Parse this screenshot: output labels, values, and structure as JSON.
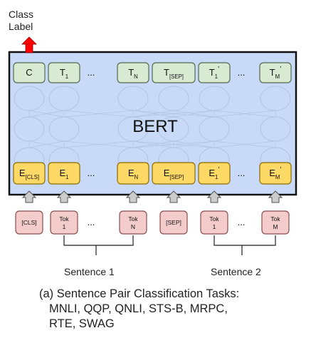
{
  "class_label": "Class\nLabel",
  "bert_label": "BERT",
  "outputs": [
    {
      "main": "C",
      "sub": "",
      "prime": ""
    },
    {
      "main": "T",
      "sub": "1",
      "prime": ""
    },
    {
      "ellipsis": "..."
    },
    {
      "main": "T",
      "sub": "N",
      "prime": ""
    },
    {
      "main": "T",
      "sub": "[SEP]",
      "prime": ""
    },
    {
      "main": "T",
      "sub": "1",
      "prime": "’"
    },
    {
      "ellipsis": "..."
    },
    {
      "main": "T",
      "sub": "M",
      "prime": "’"
    }
  ],
  "embeddings": [
    {
      "main": "E",
      "sub": "[CLS]",
      "prime": ""
    },
    {
      "main": "E",
      "sub": "1",
      "prime": ""
    },
    {
      "ellipsis": "..."
    },
    {
      "main": "E",
      "sub": "N",
      "prime": ""
    },
    {
      "main": "E",
      "sub": "[SEP]",
      "prime": ""
    },
    {
      "main": "E",
      "sub": "1",
      "prime": "’"
    },
    {
      "ellipsis": "..."
    },
    {
      "main": "E",
      "sub": "M",
      "prime": "’"
    }
  ],
  "tokens": [
    {
      "line1": "[CLS]",
      "line2": ""
    },
    {
      "line1": "Tok",
      "line2": "1"
    },
    {
      "ellipsis": "..."
    },
    {
      "line1": "Tok",
      "line2": "N"
    },
    {
      "line1": "[SEP]",
      "line2": ""
    },
    {
      "line1": "Tok",
      "line2": "1"
    },
    {
      "ellipsis": "..."
    },
    {
      "line1": "Tok",
      "line2": "M"
    }
  ],
  "sentences": [
    "Sentence 1",
    "Sentence 2"
  ],
  "caption": [
    "(a) Sentence Pair Classification Tasks:",
    "MNLI, QQP, QNLI, STS-B, MRPC,",
    "RTE, SWAG"
  ],
  "colors": {
    "bert_fill": "#c9daf8",
    "output_fill": "#d9ead3",
    "embedding_fill": "#ffd966",
    "token_fill": "#f4cccc",
    "class_arrow": "#ff0000",
    "up_arrow": "#cccccc"
  }
}
